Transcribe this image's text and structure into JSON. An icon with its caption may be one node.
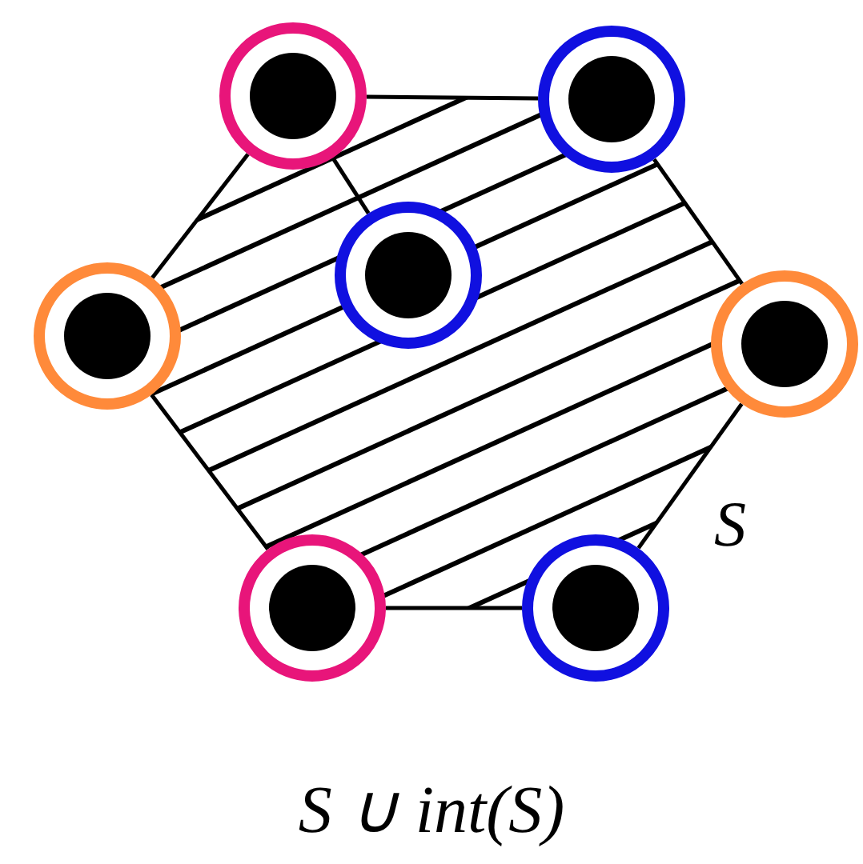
{
  "diagram": {
    "caption": "S ∪ int(S)",
    "nodes": [
      {
        "text": [],
        "shape": "circle"
      },
      {
        "text": [],
        "shape": "circle"
      },
      {
        "text": [],
        "shape": "circle"
      },
      {
        "text": [],
        "shape": "circle"
      },
      {
        "text": [],
        "shape": "circle"
      },
      {
        "text": [],
        "shape": "circle"
      },
      {
        "text": [],
        "shape": "circle"
      }
    ],
    "edges": [
      {
        "from": 0,
        "to": 1,
        "arrow": "none"
      },
      {
        "from": 1,
        "to": 4,
        "arrow": "none"
      },
      {
        "from": 4,
        "to": 6,
        "arrow": "none"
      },
      {
        "from": 6,
        "to": 5,
        "arrow": "none"
      },
      {
        "from": 5,
        "to": 3,
        "arrow": "none"
      },
      {
        "from": 3,
        "to": 0,
        "arrow": "none"
      },
      {
        "from": 0,
        "to": 2,
        "arrow": "none"
      }
    ],
    "labels": [
      "S"
    ]
  }
}
